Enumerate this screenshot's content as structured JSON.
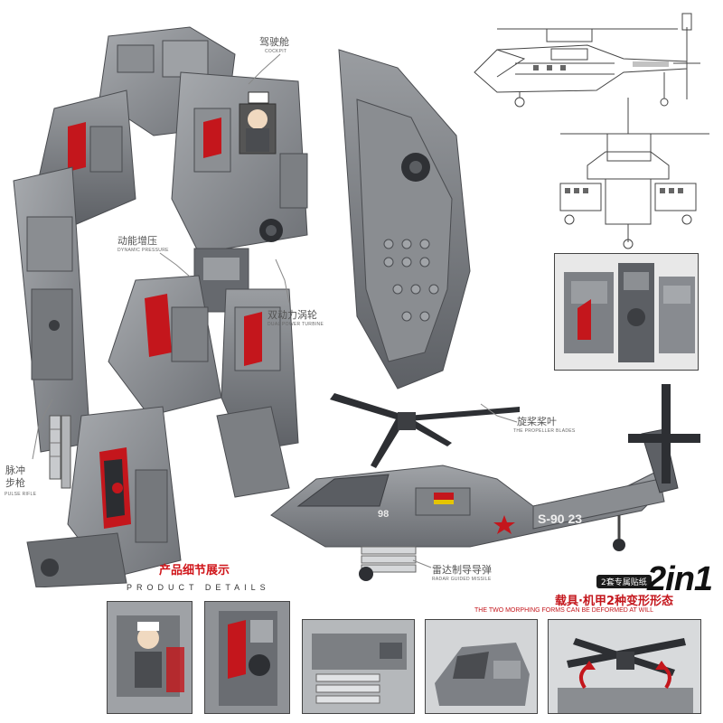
{
  "callouts": {
    "cockpit": {
      "cn": "驾驶舱",
      "en": "COCKPIT"
    },
    "dynamic_pressure": {
      "cn": "动能增压",
      "en": "DYNAMIC PRESSURE"
    },
    "dual_power_turbine": {
      "cn": "双动力涡轮",
      "en": "DUAL POWER TURBINE"
    },
    "propeller_blades": {
      "cn": "旋桨桨叶",
      "en": "THE PROPELLER BLADES"
    },
    "pulse_rifle": {
      "cn_line1": "脉冲",
      "cn_line2": "步枪",
      "en": "PULSE RIFLE"
    },
    "radar_missile": {
      "cn": "雷达制导导弹",
      "en": "RADAR GUIDED MISSILE"
    }
  },
  "bottom": {
    "title_cn": "产品细节展示",
    "title_en": "PRODUCT DETAILS"
  },
  "badge": {
    "label": "2套专属贴纸",
    "big": "2in1",
    "deform_cn": "载具·机甲2种变形形态",
    "deform_en": "THE TWO MORPHING FORMS CAN BE DEFORMED AT WILL"
  },
  "heli_markings": {
    "tail_number": "S-90 23",
    "body_number": "98"
  },
  "colors": {
    "accent_red": "#c4161c",
    "mech_gray": "#8a8d92",
    "mech_dark": "#55585d",
    "mech_light": "#b4b7bb"
  }
}
